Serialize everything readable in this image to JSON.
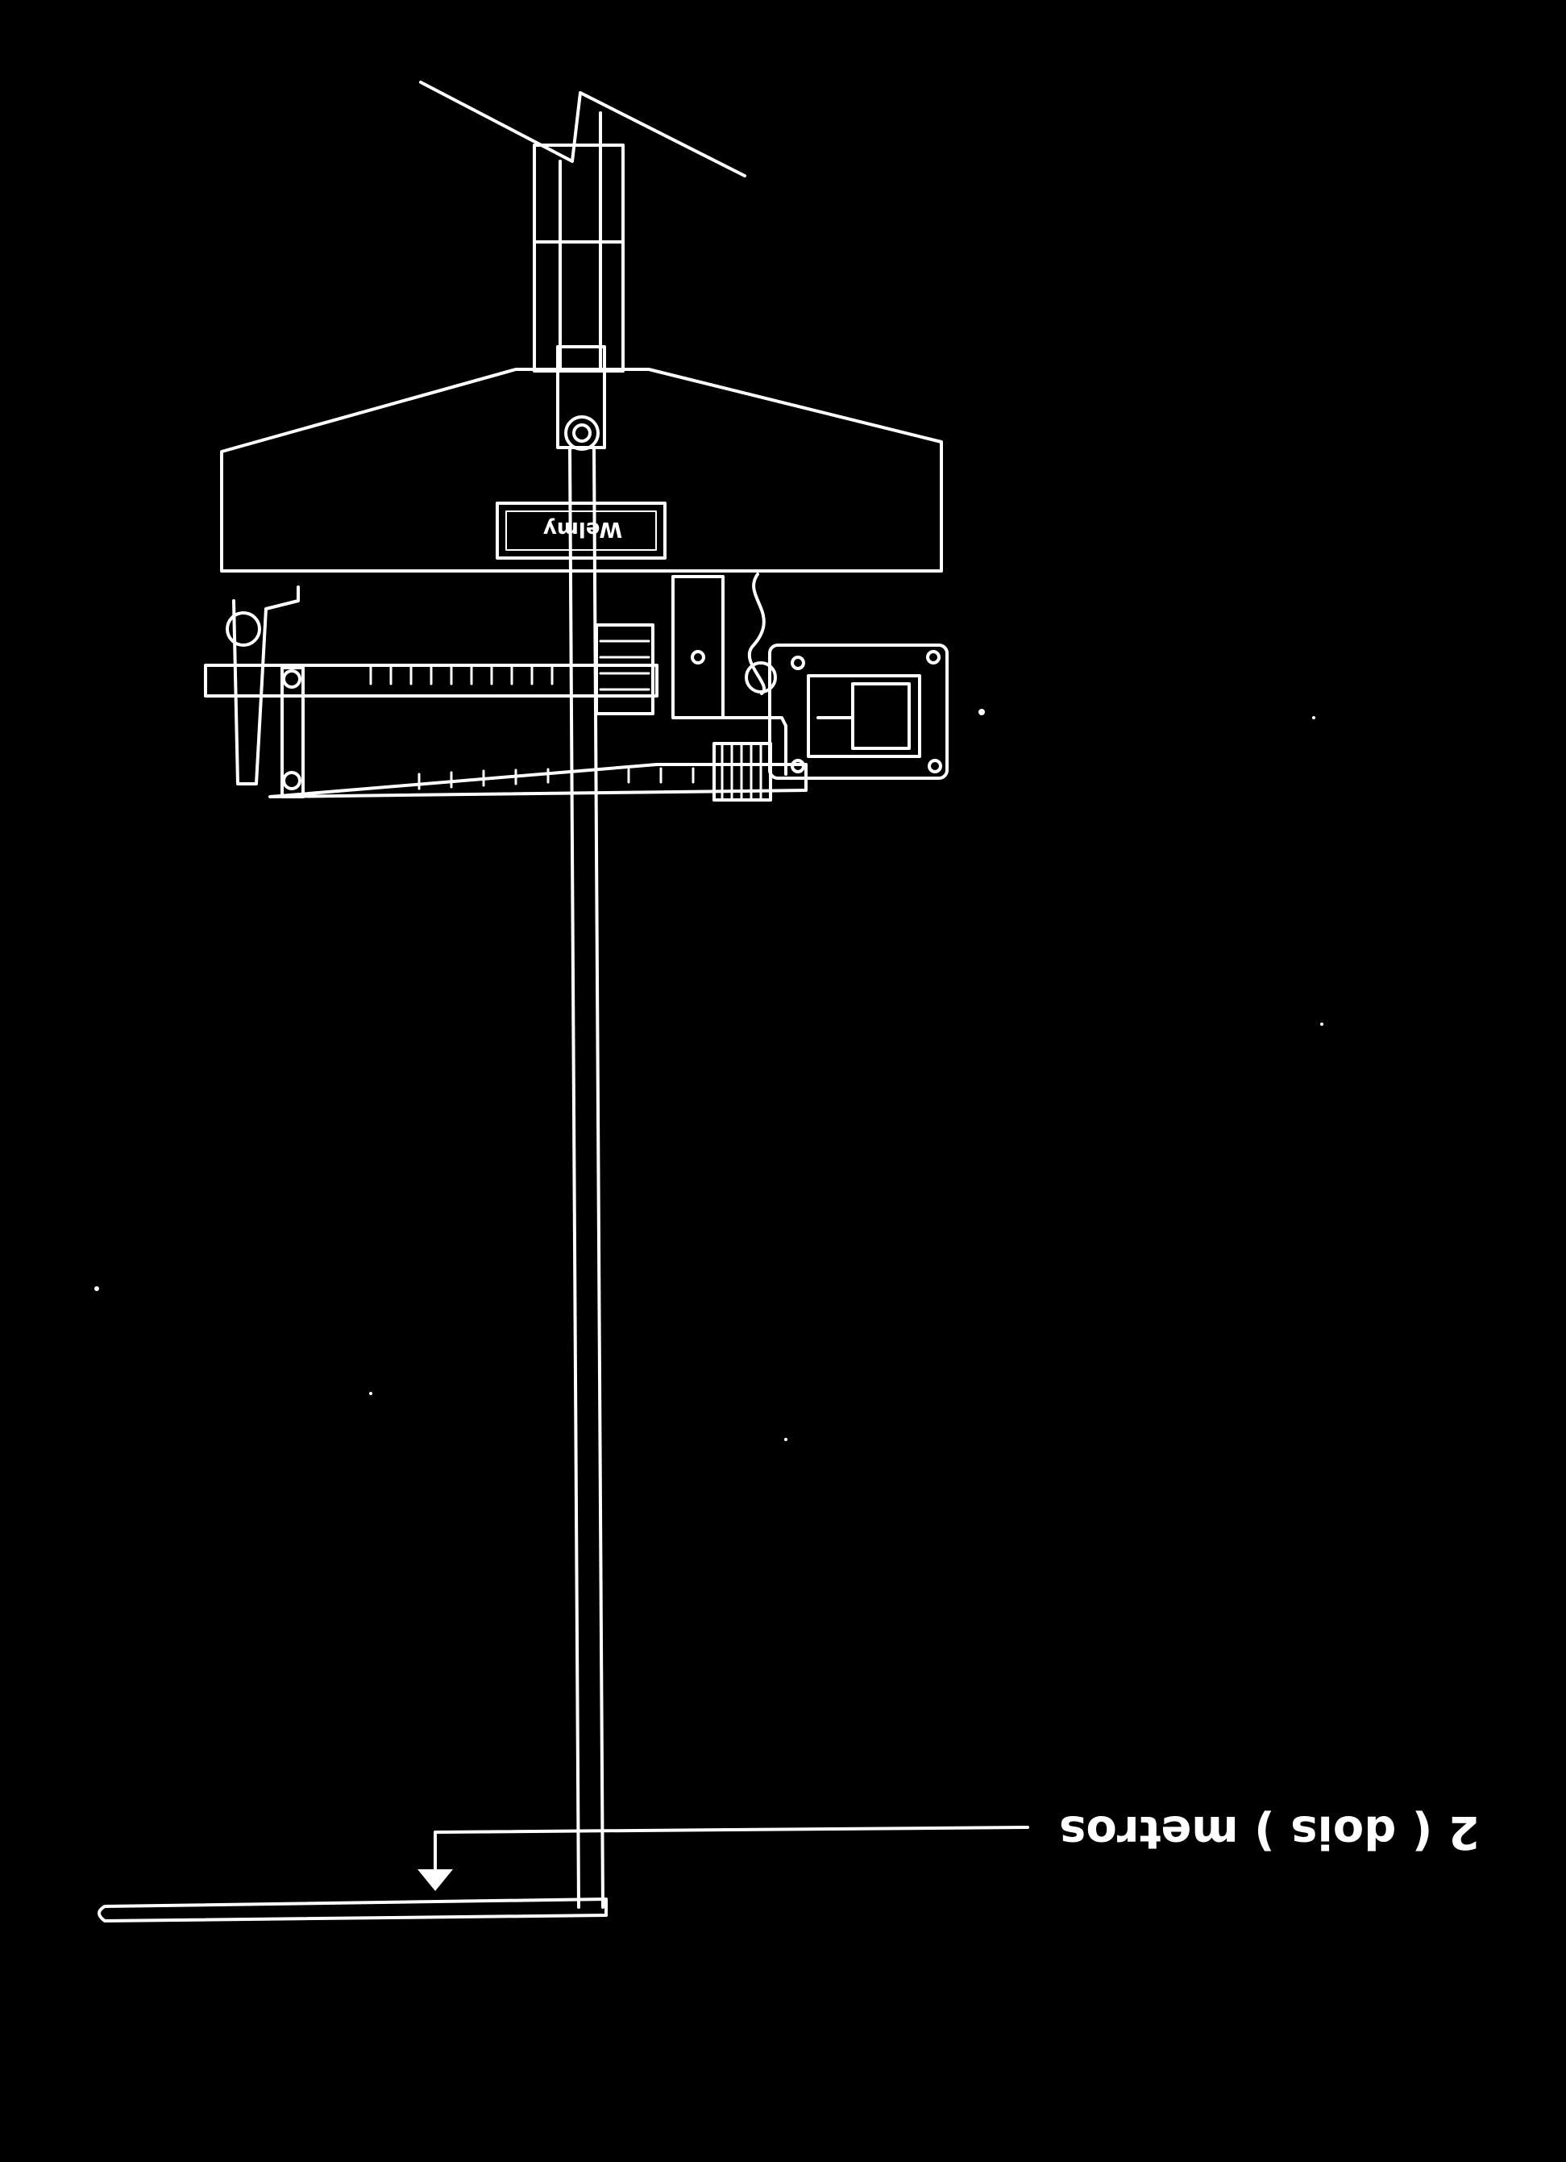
{
  "diagram": {
    "dimension_label": "2 ( dois ) metros",
    "nameplate_text": "Welmy",
    "colors": {
      "background": "#000000",
      "line": "#ffffff"
    },
    "orientation_note": "upside-down"
  }
}
